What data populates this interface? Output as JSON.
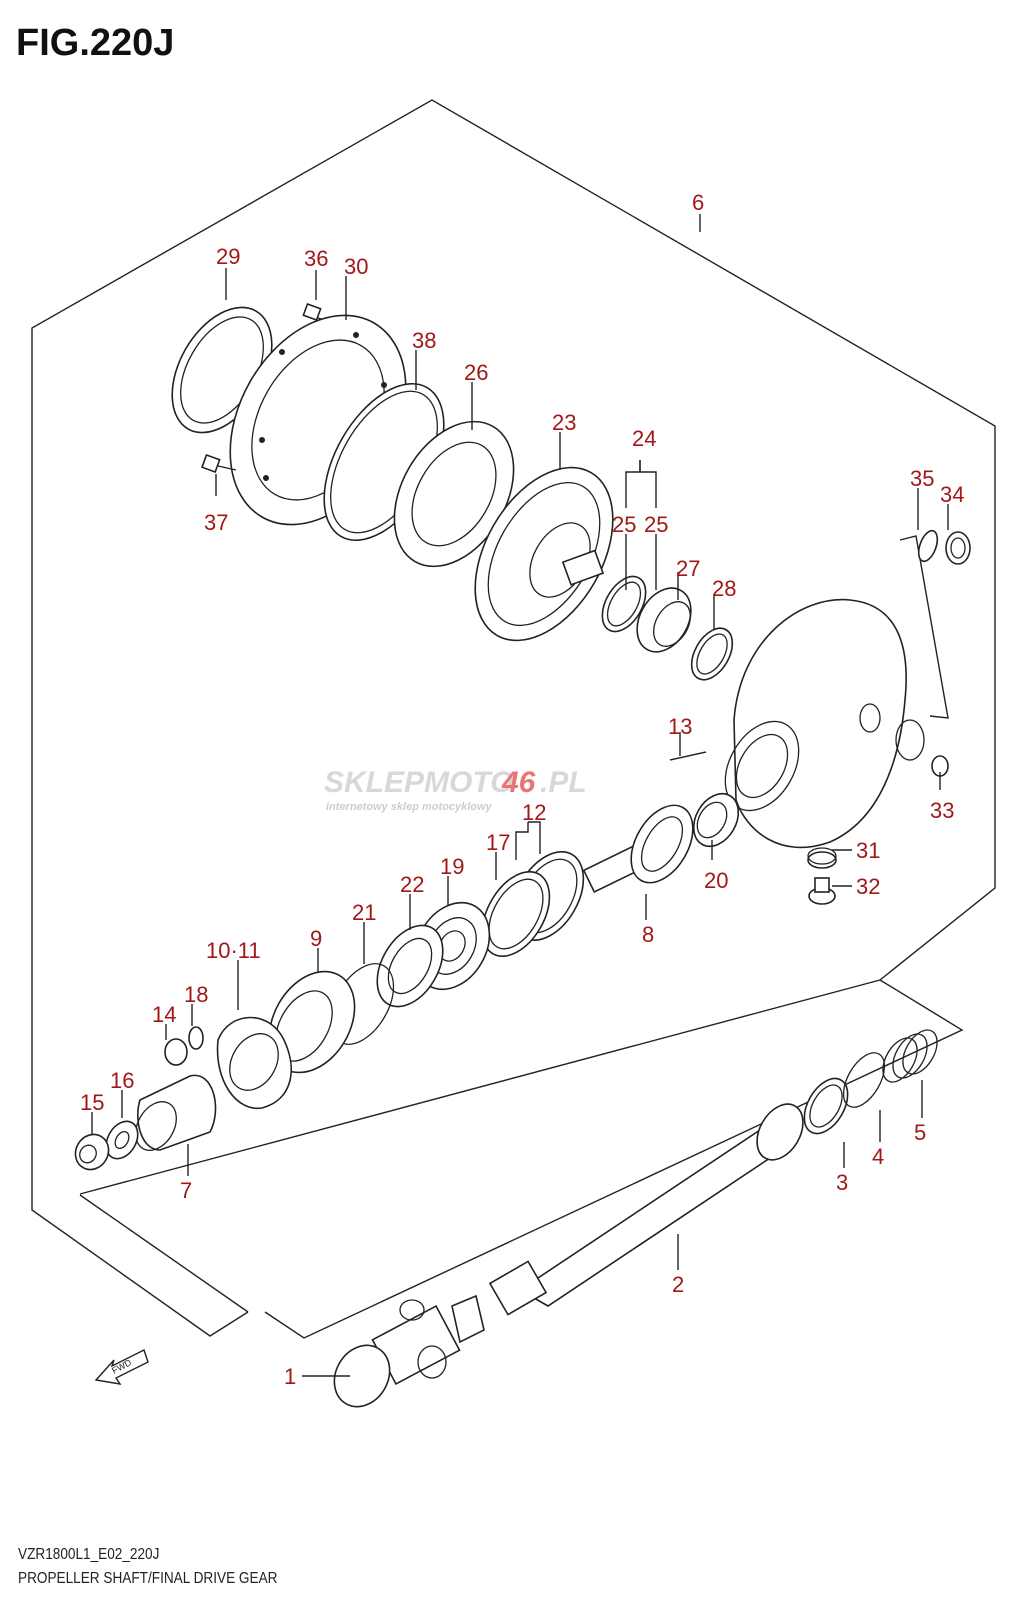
{
  "figure": {
    "title": "FIG.220J",
    "model_code": "VZR1800L1_E02_220J",
    "description": "PROPELLER SHAFT/FINAL DRIVE GEAR",
    "fwd_label": "FWD"
  },
  "watermark": {
    "brand_a": "SKLEPMOTO",
    "brand_b": "46",
    "brand_c": ".PL",
    "tagline": "internetowy sklep motocyklowy"
  },
  "callouts": {
    "c1": "1",
    "c2": "2",
    "c3": "3",
    "c4": "4",
    "c5": "5",
    "c6": "6",
    "c7": "7",
    "c8": "8",
    "c9": "9",
    "c10_11": "10·11",
    "c12": "12",
    "c13": "13",
    "c14": "14",
    "c15": "15",
    "c16": "16",
    "c17": "17",
    "c18": "18",
    "c19": "19",
    "c20": "20",
    "c21": "21",
    "c22": "22",
    "c23": "23",
    "c24": "24",
    "c25a": "25",
    "c25b": "25",
    "c26": "26",
    "c27": "27",
    "c28": "28",
    "c29": "29",
    "c30": "30",
    "c31": "31",
    "c32": "32",
    "c33": "33",
    "c34": "34",
    "c35": "35",
    "c36": "36",
    "c37": "37",
    "c38": "38"
  },
  "colors": {
    "callout": "#a01818",
    "line": "#222222",
    "watermark_gray": "#c8c8c8",
    "watermark_red": "#e23a3a"
  }
}
